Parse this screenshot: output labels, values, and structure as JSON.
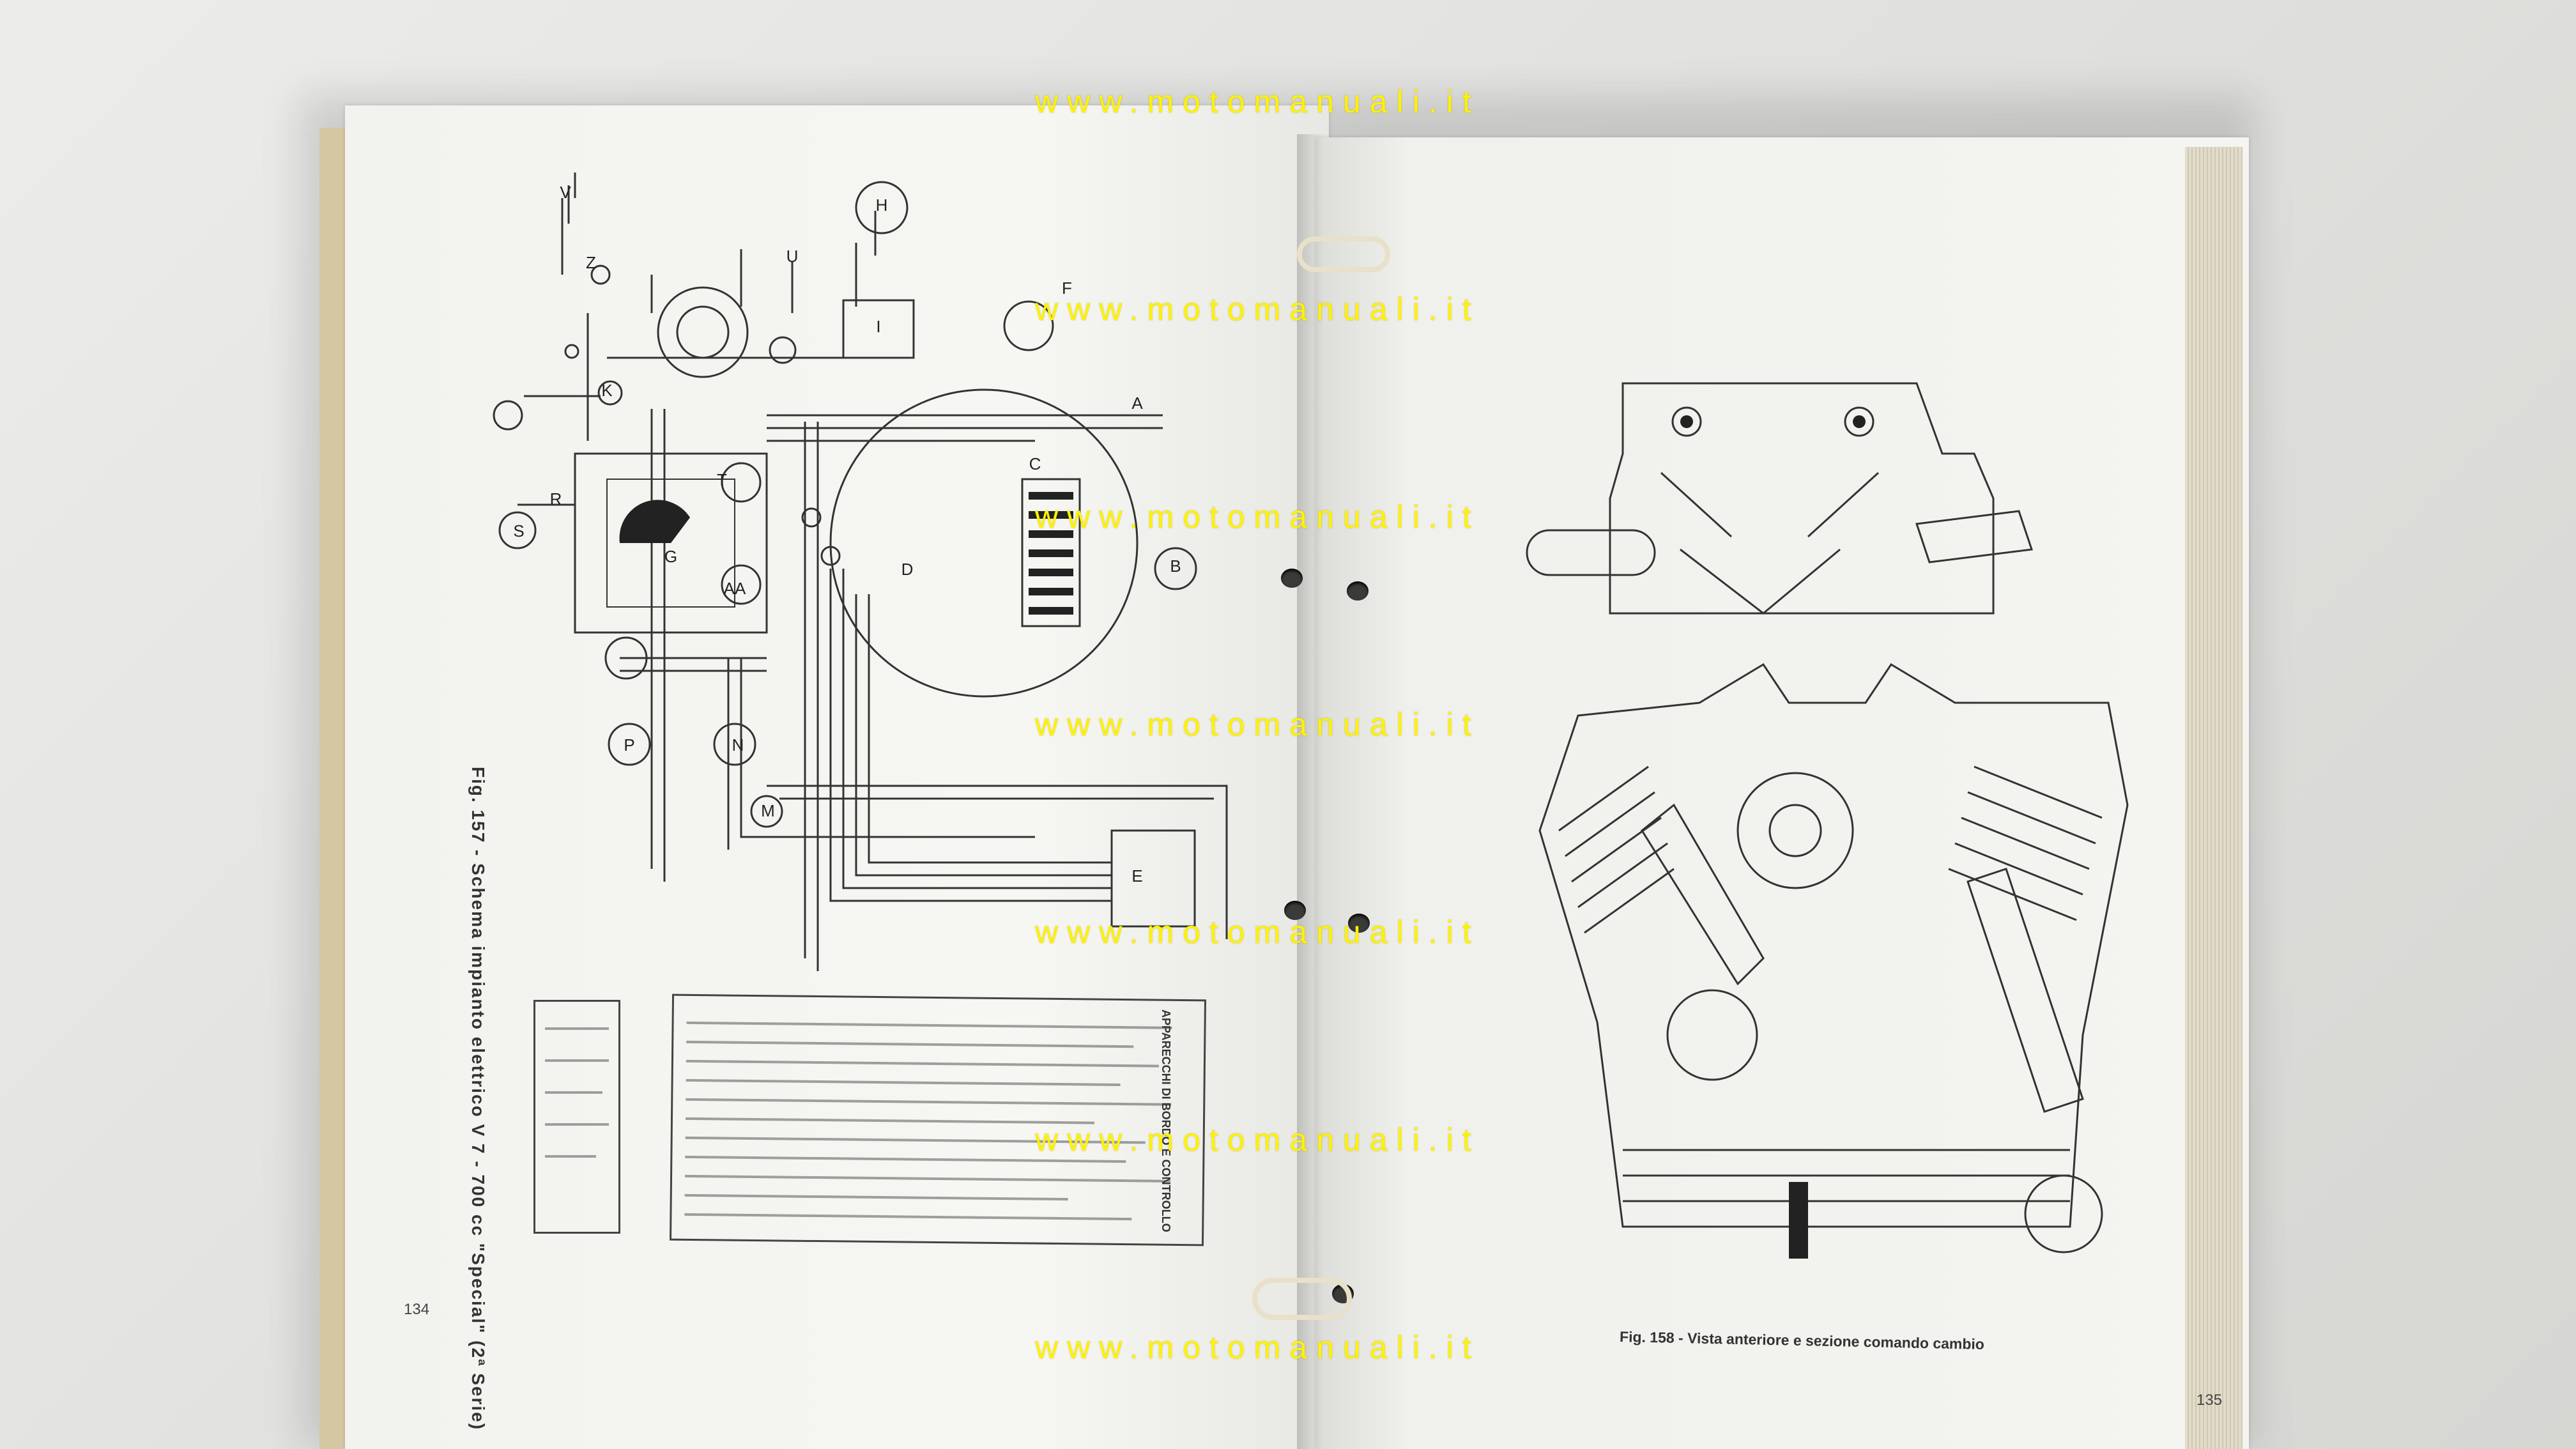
{
  "left_page": {
    "figure_caption": "Fig. 157 - Schema impianto elettrico V 7 - 700 cc \"Special\" (2ª Serie)",
    "legend_title": "APPARECCHI DI BORDO E CONTROLLO",
    "page_number": "134",
    "diagram_labels": [
      "A",
      "B",
      "C",
      "D",
      "E",
      "F",
      "G",
      "H",
      "I",
      "K",
      "M",
      "N",
      "P",
      "R",
      "S",
      "T",
      "U",
      "V",
      "Z",
      "AA"
    ]
  },
  "right_page": {
    "figure_caption": "Fig. 158 - Vista anteriore e sezione comando cambio",
    "page_number": "135"
  },
  "watermark": {
    "text": "www.motomanuali.it",
    "color": "#fff200"
  }
}
